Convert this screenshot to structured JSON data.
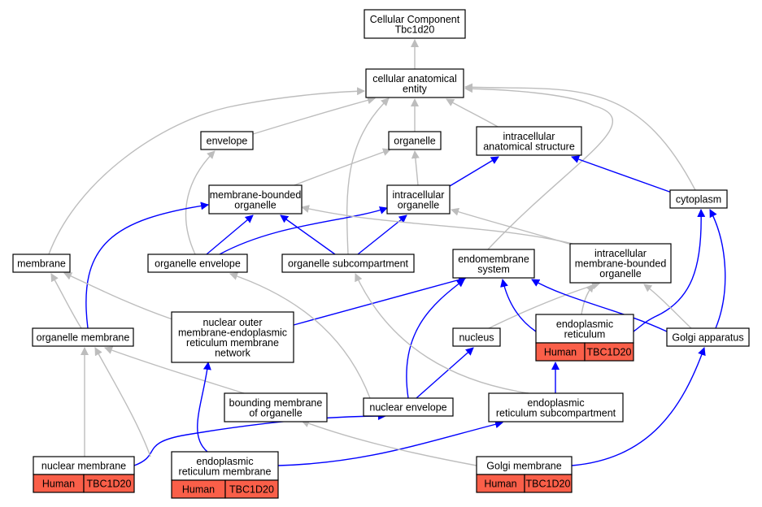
{
  "colors": {
    "is_a_edge": "#bdbdbd",
    "part_of_edge": "#0000ff",
    "annotation_fill": "#fa5f49",
    "node_stroke": "#000000"
  },
  "nodes": {
    "root": {
      "lines": [
        "Cellular Component",
        "Tbc1d20"
      ]
    },
    "cae": {
      "lines": [
        "cellular anatomical",
        "entity"
      ]
    },
    "envelope": {
      "lines": [
        "envelope"
      ]
    },
    "organelle": {
      "lines": [
        "organelle"
      ]
    },
    "ias": {
      "lines": [
        "intracellular",
        "anatomical structure"
      ]
    },
    "mbo": {
      "lines": [
        "membrane-bounded",
        "organelle"
      ]
    },
    "io": {
      "lines": [
        "intracellular",
        "organelle"
      ]
    },
    "cytoplasm": {
      "lines": [
        "cytoplasm"
      ]
    },
    "membrane": {
      "lines": [
        "membrane"
      ]
    },
    "oenv": {
      "lines": [
        "organelle envelope"
      ]
    },
    "osub": {
      "lines": [
        "organelle subcompartment"
      ]
    },
    "endo": {
      "lines": [
        "endomembrane",
        "system"
      ]
    },
    "imbo": {
      "lines": [
        "intracellular",
        "membrane-bounded",
        "organelle"
      ]
    },
    "omem": {
      "lines": [
        "organelle membrane"
      ]
    },
    "nomer": {
      "lines": [
        "nuclear outer",
        "membrane-endoplasmic",
        "reticulum membrane",
        "network"
      ]
    },
    "nucleus": {
      "lines": [
        "nucleus"
      ]
    },
    "er": {
      "lines": [
        "endoplasmic",
        "reticulum"
      ],
      "tags": [
        "Human",
        "TBC1D20"
      ]
    },
    "golgi": {
      "lines": [
        "Golgi apparatus"
      ]
    },
    "bmo": {
      "lines": [
        "bounding membrane",
        "of organelle"
      ]
    },
    "nenv": {
      "lines": [
        "nuclear envelope"
      ]
    },
    "ersub": {
      "lines": [
        "endoplasmic",
        "reticulum subcompartment"
      ]
    },
    "nmem": {
      "lines": [
        "nuclear membrane"
      ],
      "tags": [
        "Human",
        "TBC1D20"
      ]
    },
    "ermem": {
      "lines": [
        "endoplasmic",
        "reticulum membrane"
      ],
      "tags": [
        "Human",
        "TBC1D20"
      ]
    },
    "gmem": {
      "lines": [
        "Golgi membrane"
      ],
      "tags": [
        "Human",
        "TBC1D20"
      ]
    }
  },
  "edges": [
    {
      "from": "cae",
      "to": "root",
      "type": "is_a"
    },
    {
      "from": "envelope",
      "to": "cae",
      "type": "is_a"
    },
    {
      "from": "organelle",
      "to": "cae",
      "type": "is_a"
    },
    {
      "from": "ias",
      "to": "cae",
      "type": "is_a"
    },
    {
      "from": "membrane",
      "to": "cae",
      "type": "is_a"
    },
    {
      "from": "cytoplasm",
      "to": "cae",
      "type": "is_a"
    },
    {
      "from": "osub",
      "to": "cae",
      "type": "is_a"
    },
    {
      "from": "endo",
      "to": "cae",
      "type": "is_a"
    },
    {
      "from": "mbo",
      "to": "organelle",
      "type": "is_a"
    },
    {
      "from": "io",
      "to": "organelle",
      "type": "is_a"
    },
    {
      "from": "io",
      "to": "ias",
      "type": "part_of"
    },
    {
      "from": "cytoplasm",
      "to": "ias",
      "type": "part_of"
    },
    {
      "from": "oenv",
      "to": "envelope",
      "type": "is_a"
    },
    {
      "from": "oenv",
      "to": "mbo",
      "type": "part_of"
    },
    {
      "from": "oenv",
      "to": "io",
      "type": "part_of"
    },
    {
      "from": "osub",
      "to": "mbo",
      "type": "part_of"
    },
    {
      "from": "osub",
      "to": "io",
      "type": "part_of"
    },
    {
      "from": "imbo",
      "to": "mbo",
      "type": "is_a"
    },
    {
      "from": "imbo",
      "to": "io",
      "type": "is_a"
    },
    {
      "from": "omem",
      "to": "membrane",
      "type": "is_a"
    },
    {
      "from": "omem",
      "to": "mbo",
      "type": "part_of"
    },
    {
      "from": "nomer",
      "to": "membrane",
      "type": "is_a"
    },
    {
      "from": "nomer",
      "to": "endo",
      "type": "part_of"
    },
    {
      "from": "nucleus",
      "to": "imbo",
      "type": "is_a"
    },
    {
      "from": "er",
      "to": "imbo",
      "type": "is_a"
    },
    {
      "from": "er",
      "to": "endo",
      "type": "part_of"
    },
    {
      "from": "er",
      "to": "cytoplasm",
      "type": "part_of"
    },
    {
      "from": "golgi",
      "to": "imbo",
      "type": "is_a"
    },
    {
      "from": "golgi",
      "to": "endo",
      "type": "part_of"
    },
    {
      "from": "golgi",
      "to": "cytoplasm",
      "type": "part_of"
    },
    {
      "from": "bmo",
      "to": "omem",
      "type": "is_a"
    },
    {
      "from": "nenv",
      "to": "oenv",
      "type": "is_a"
    },
    {
      "from": "nenv",
      "to": "nucleus",
      "type": "part_of"
    },
    {
      "from": "nenv",
      "to": "endo",
      "type": "part_of"
    },
    {
      "from": "ersub",
      "to": "osub",
      "type": "is_a"
    },
    {
      "from": "ersub",
      "to": "er",
      "type": "part_of"
    },
    {
      "from": "nmem",
      "to": "omem",
      "type": "is_a"
    },
    {
      "from": "nmem",
      "to": "nenv",
      "type": "part_of"
    },
    {
      "from": "ermem",
      "to": "omem",
      "type": "is_a"
    },
    {
      "from": "ermem",
      "to": "nomer",
      "type": "part_of"
    },
    {
      "from": "ermem",
      "to": "ersub",
      "type": "part_of"
    },
    {
      "from": "gmem",
      "to": "bmo",
      "type": "is_a"
    },
    {
      "from": "gmem",
      "to": "golgi",
      "type": "part_of"
    }
  ]
}
